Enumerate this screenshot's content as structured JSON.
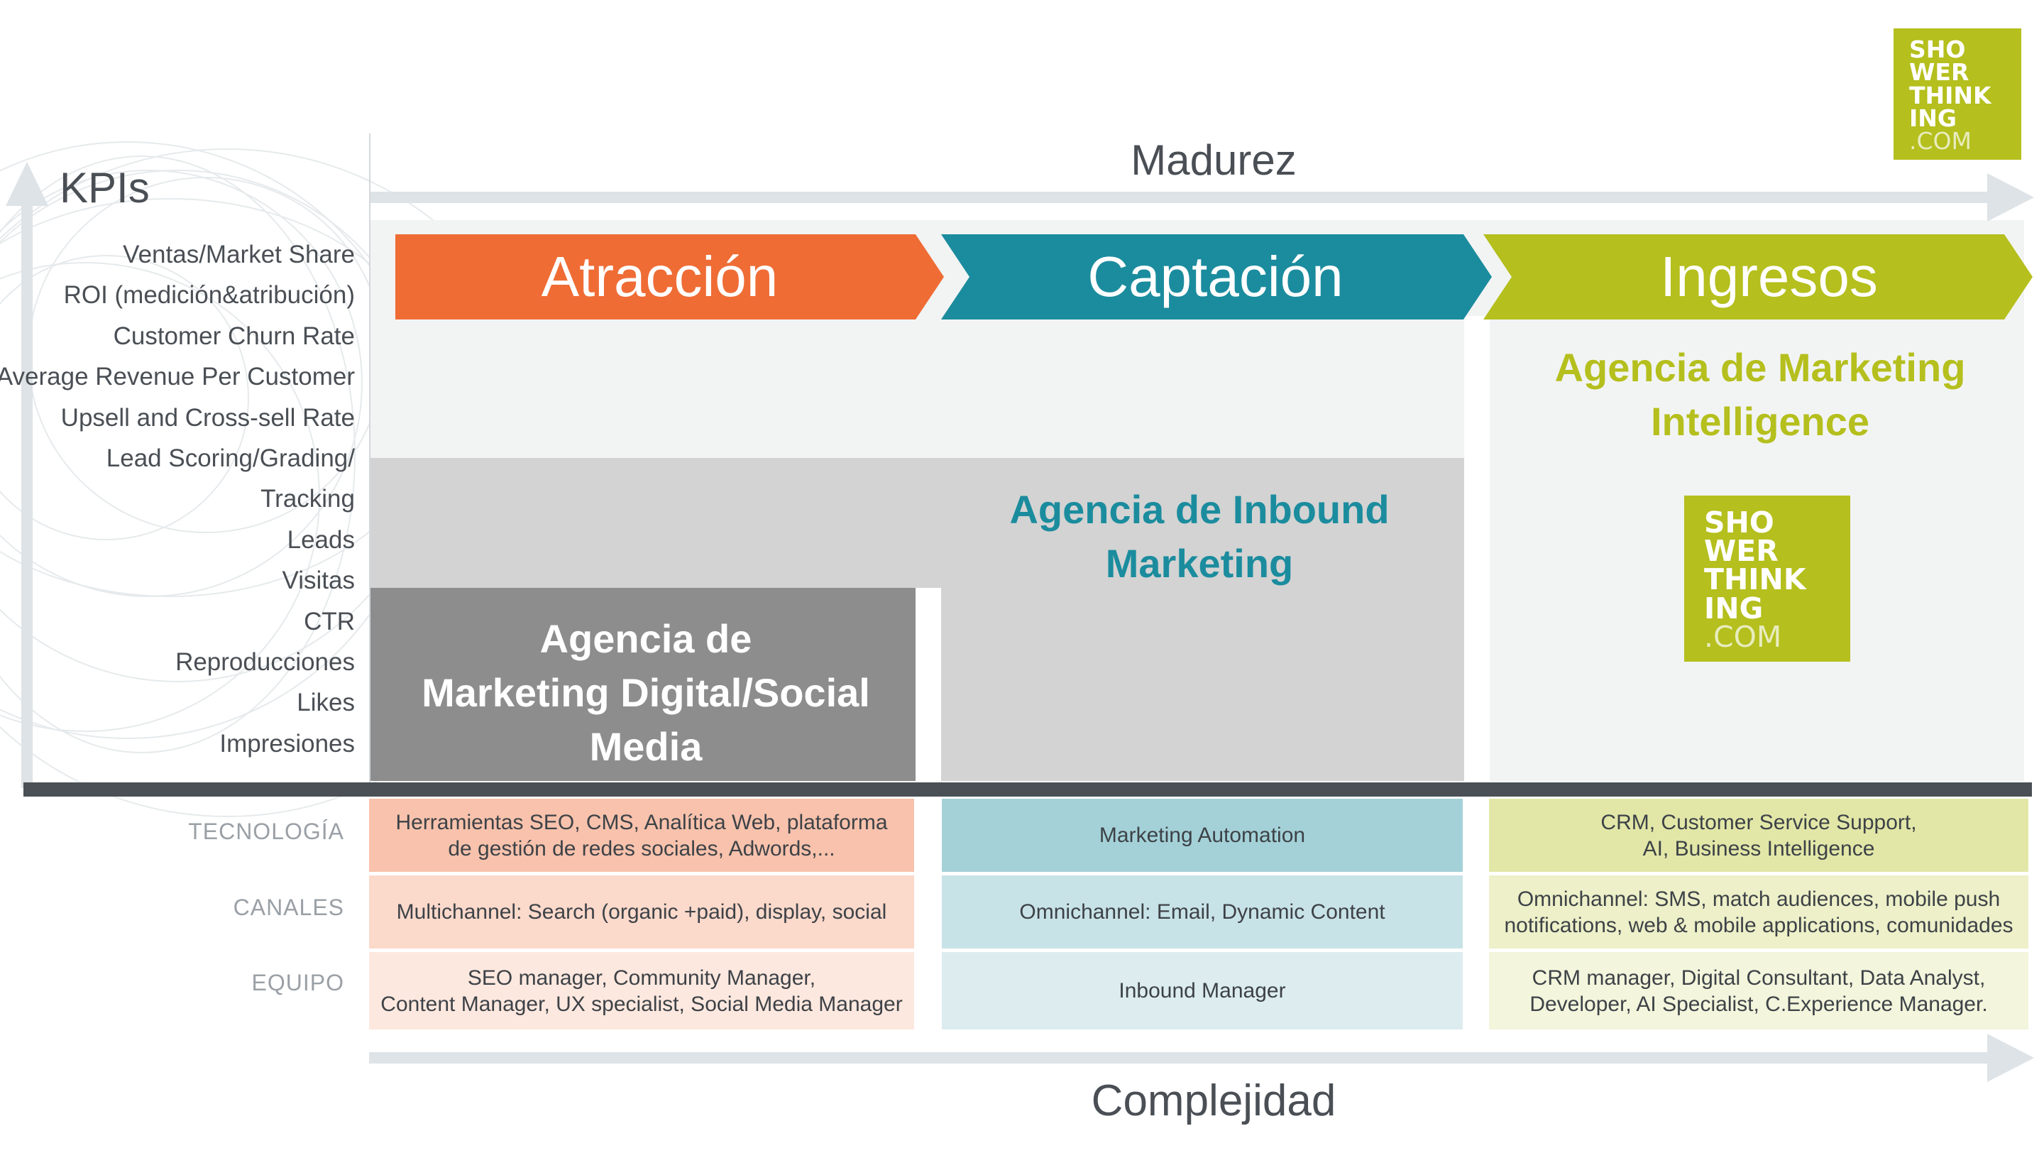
{
  "axes": {
    "vertical_label": "KPIs",
    "top_label": "Madurez",
    "bottom_label": "Complejidad"
  },
  "kpis": [
    "Ventas/Market Share",
    "ROI (medición&atribución)",
    "Customer Churn Rate",
    "Average Revenue Per Customer",
    "Upsell and Cross-sell Rate",
    "Lead Scoring/Grading/",
    "Tracking",
    "Leads",
    "Visitas",
    "CTR",
    "Reproducciones",
    "Likes",
    "Impresiones"
  ],
  "stages": [
    {
      "label": "Atracción",
      "color": "#ef6c35"
    },
    {
      "label": "Captación",
      "color": "#1b8c9e"
    },
    {
      "label": "Ingresos",
      "color": "#b5bf1d"
    }
  ],
  "agencies": {
    "digital": "Agencia de\nMarketing Digital/Social\nMedia",
    "inbound": "Agencia de Inbound\nMarketing",
    "intelligence": "Agencia de Marketing\nIntelligence"
  },
  "logo": {
    "lines": [
      "SHO",
      "WER",
      "THINK",
      "ING"
    ],
    "suffix": ".COM",
    "color": "#b5bf1d"
  },
  "row_labels": [
    "TECNOLOGÍA",
    "CANALES",
    "EQUIPO"
  ],
  "rows": {
    "tecnologia": [
      "Herramientas SEO, CMS, Analítica Web, plataforma\nde gestión de redes sociales, Adwords,...",
      "Marketing Automation",
      "CRM, Customer Service Support,\nAI, Business Intelligence"
    ],
    "canales": [
      "Multichannel: Search (organic +paid), display, social",
      "Omnichannel: Email, Dynamic Content",
      "Omnichannel: SMS, match audiences, mobile push\nnotifications, web & mobile applications, comunidades"
    ],
    "equipo": [
      "SEO manager, Community Manager,\nContent Manager, UX specialist, Social Media Manager",
      "Inbound Manager",
      "CRM manager, Digital Consultant, Data Analyst,\nDeveloper, AI Specialist, C.Experience Manager."
    ]
  },
  "colors": {
    "orange": "#ef6c35",
    "teal": "#1b8c9e",
    "green": "#b5bf1d",
    "dark_bar": "#4a5055",
    "arrow": "#dde3e6"
  }
}
